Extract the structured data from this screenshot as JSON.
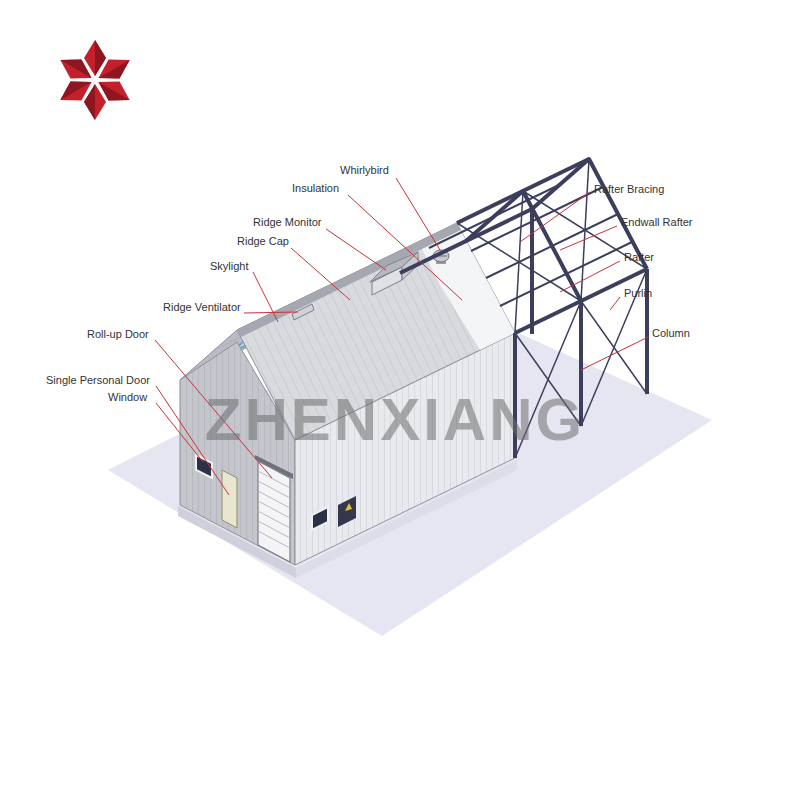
{
  "diagram": {
    "labels": [
      "Whirlybird",
      "Insulation",
      "Ridge Monitor",
      "Ridge Cap",
      "Skylight",
      "Ridge Ventilator",
      "Roll-up Door",
      "Single Personal Door",
      "Window",
      "Rafter Bracing",
      "Endwall Rafter",
      "Rafter",
      "Purlin",
      "Column",
      "ZHENXIANG"
    ]
  }
}
